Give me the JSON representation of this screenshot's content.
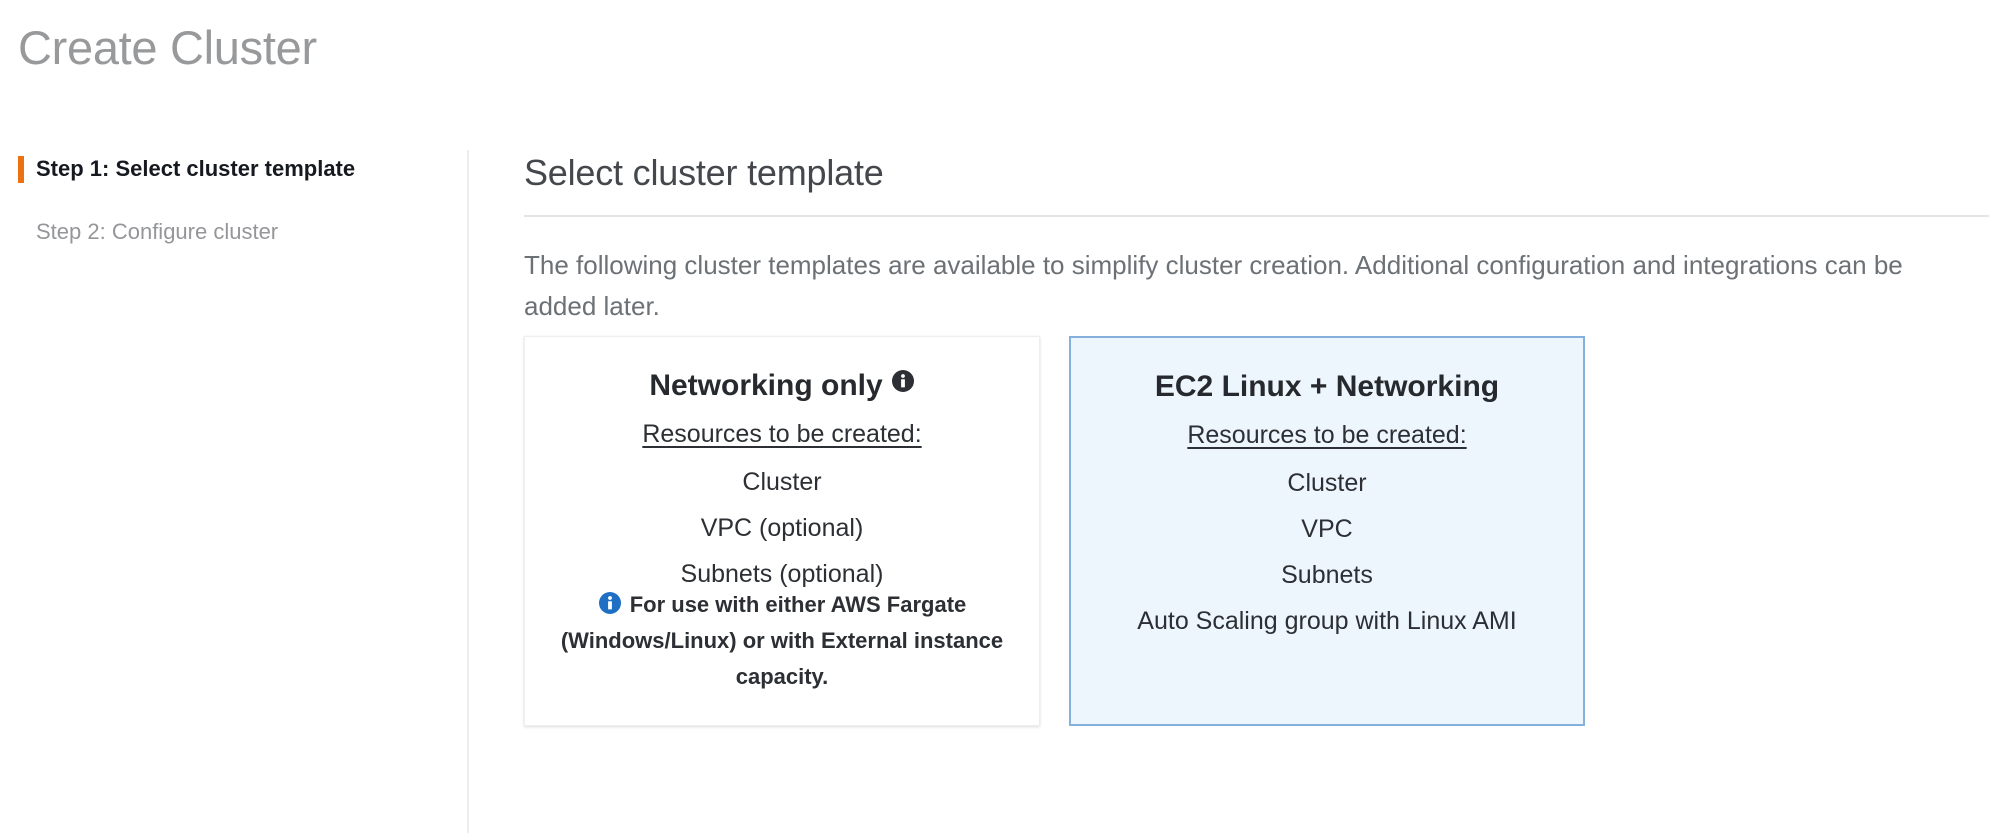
{
  "page": {
    "title": "Create Cluster"
  },
  "sidebar": {
    "steps": [
      {
        "label": "Step 1: Select cluster template",
        "active": true,
        "accent_color": "#ec7211"
      },
      {
        "label": "Step 2: Configure cluster",
        "active": false
      }
    ]
  },
  "main": {
    "heading": "Select cluster template",
    "description": "The following cluster templates are available to simplify cluster creation. Additional configuration and integrations can be added later.",
    "resources_label": "Resources to be created:",
    "cards": [
      {
        "id": "networking-only",
        "title": "Networking only",
        "has_title_info_icon": true,
        "title_info_icon": "info-circle-icon",
        "selected": false,
        "resources": [
          "Cluster",
          "VPC (optional)",
          "Subnets (optional)"
        ],
        "note": "For use with either AWS Fargate (Windows/Linux) or with External instance capacity.",
        "note_icon": "info-circle-icon",
        "note_icon_color": "#1f6fc4",
        "background_color": "#ffffff",
        "border_color": "#eceff1"
      },
      {
        "id": "ec2-linux-networking",
        "title": "EC2 Linux + Networking",
        "has_title_info_icon": false,
        "selected": true,
        "resources": [
          "Cluster",
          "VPC",
          "Subnets",
          "Auto Scaling group with Linux AMI"
        ],
        "note": "",
        "background_color": "#eef6fd",
        "border_color": "#85b0dd"
      }
    ]
  },
  "colors": {
    "accent_orange": "#ec7211",
    "selected_blue_fill": "#eef6fd",
    "selected_blue_border": "#85b0dd",
    "info_blue": "#1f6fc4",
    "title_gray": "#98999b",
    "text_dark": "#2c2f33",
    "text_muted": "#6c7176"
  }
}
